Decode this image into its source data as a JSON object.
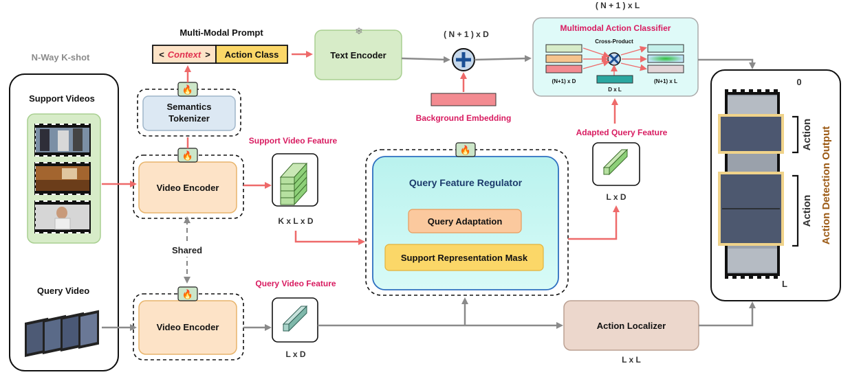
{
  "colors": {
    "red_arrow": "#ee6a6a",
    "gray_arrow": "#8a8a8a",
    "pink_text": "#d81b60",
    "brown_text": "#9c5b16",
    "green_fill": "#d7ecc8",
    "orange_fill": "#fde3c7",
    "teal_fill": "#c6f7f2",
    "yellow_fill": "#fbd768"
  },
  "labels": {
    "nway_kshot": "N-Way K-shot",
    "support_videos": "Support Videos",
    "query_video": "Query Video",
    "multimodal_prompt": "Multi-Modal Prompt",
    "prompt_lt": "<",
    "prompt_context": "Context",
    "prompt_gt": ">",
    "prompt_action_class": "Action Class",
    "semantics_tokenizer_line1": "Semantics",
    "semantics_tokenizer_line2": "Tokenizer",
    "video_encoder_top": "Video Encoder",
    "video_encoder_bottom": "Video Encoder",
    "shared": "Shared",
    "text_encoder": "Text Encoder",
    "n1_x_d": "( N + 1 ) x D",
    "n1_x_l_top": "( N + 1 ) x L",
    "background_embedding": "Background Embedding",
    "support_video_feature": "Support Video Feature",
    "kxlxd": "K x L x D",
    "query_feature_regulator": "Query Feature Regulator",
    "query_adaptation": "Query Adaptation",
    "support_representation_mask": "Support Representation Mask",
    "adapted_query_feature": "Adapted Query Feature",
    "lxd_right": "L x D",
    "query_video_feature": "Query Video Feature",
    "lxd_bottom": "L x D",
    "action_localizer": "Action Localizer",
    "lxl": "L x  L",
    "multimodal_action_classifier": "Multimodal Action Classifier",
    "cross_product": "Cross-Product",
    "cls_n1xd": "(N+1) x D",
    "cls_dxl": "D x L",
    "cls_n1xl": "(N+1) x L",
    "output_zero": "0",
    "output_L": "L",
    "action1": "Action",
    "action2": "Action",
    "action_detection_output": "Action Detection Output",
    "fire_icon": "🔥",
    "snowflake_icon": "❄"
  }
}
